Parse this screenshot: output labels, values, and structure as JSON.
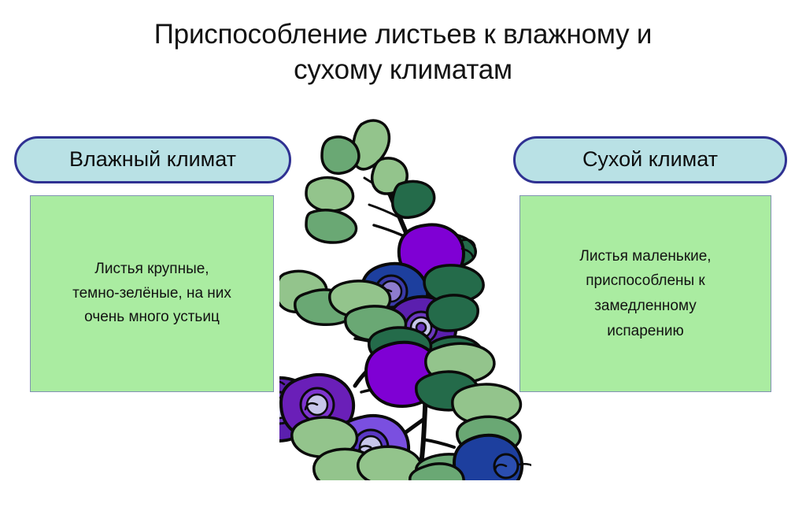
{
  "slide": {
    "title": "Приспособление листьев к влажному и\nсухому климатам",
    "background_color": "#ffffff"
  },
  "columns": {
    "wet": {
      "header_label": "Влажный климат",
      "body_text": "Листья крупные,\nтемно-зелёные, на них\nочень много устьиц"
    },
    "dry": {
      "header_label": "Сухой климат",
      "body_text": "Листья маленькие,\nприспособлены к\nзамедленному\nиспарению"
    }
  },
  "illustration": {
    "name": "blueberry-plant-illustration",
    "description": "Куст черники с ягодами и листьями",
    "colors": {
      "outline": "#0a0a0a",
      "leaf_light": "#93c48c",
      "leaf_mid": "#6aa874",
      "leaf_dark": "#246b4a",
      "berry_purple_bright": "#7f00d4",
      "berry_purple_deep": "#5b1fae",
      "berry_violet": "#7a4fe0",
      "berry_blue_dark": "#1d3f9e",
      "berry_blue_mid": "#1f3d9c",
      "calyx_light": "#c7c6ea"
    },
    "berries": [
      {
        "id": "berry-1",
        "color_name": "purple-bright",
        "has_calyx": false
      },
      {
        "id": "berry-2",
        "color_name": "blue-dark",
        "has_calyx": true
      },
      {
        "id": "berry-3",
        "color_name": "purple-deep",
        "has_calyx": true
      },
      {
        "id": "berry-4",
        "color_name": "purple-bright",
        "has_calyx": false
      },
      {
        "id": "berry-5",
        "color_name": "purple-deep",
        "has_calyx": true
      },
      {
        "id": "berry-6",
        "color_name": "violet",
        "has_calyx": true
      },
      {
        "id": "berry-7",
        "color_name": "blue-dark",
        "has_calyx": true
      }
    ]
  },
  "theme": {
    "pill_fill": "#b9e1e5",
    "pill_border": "#2f3192",
    "greenbox_fill": "#aaeca1",
    "greenbox_border": "#8193b2",
    "text_color": "#121212"
  }
}
